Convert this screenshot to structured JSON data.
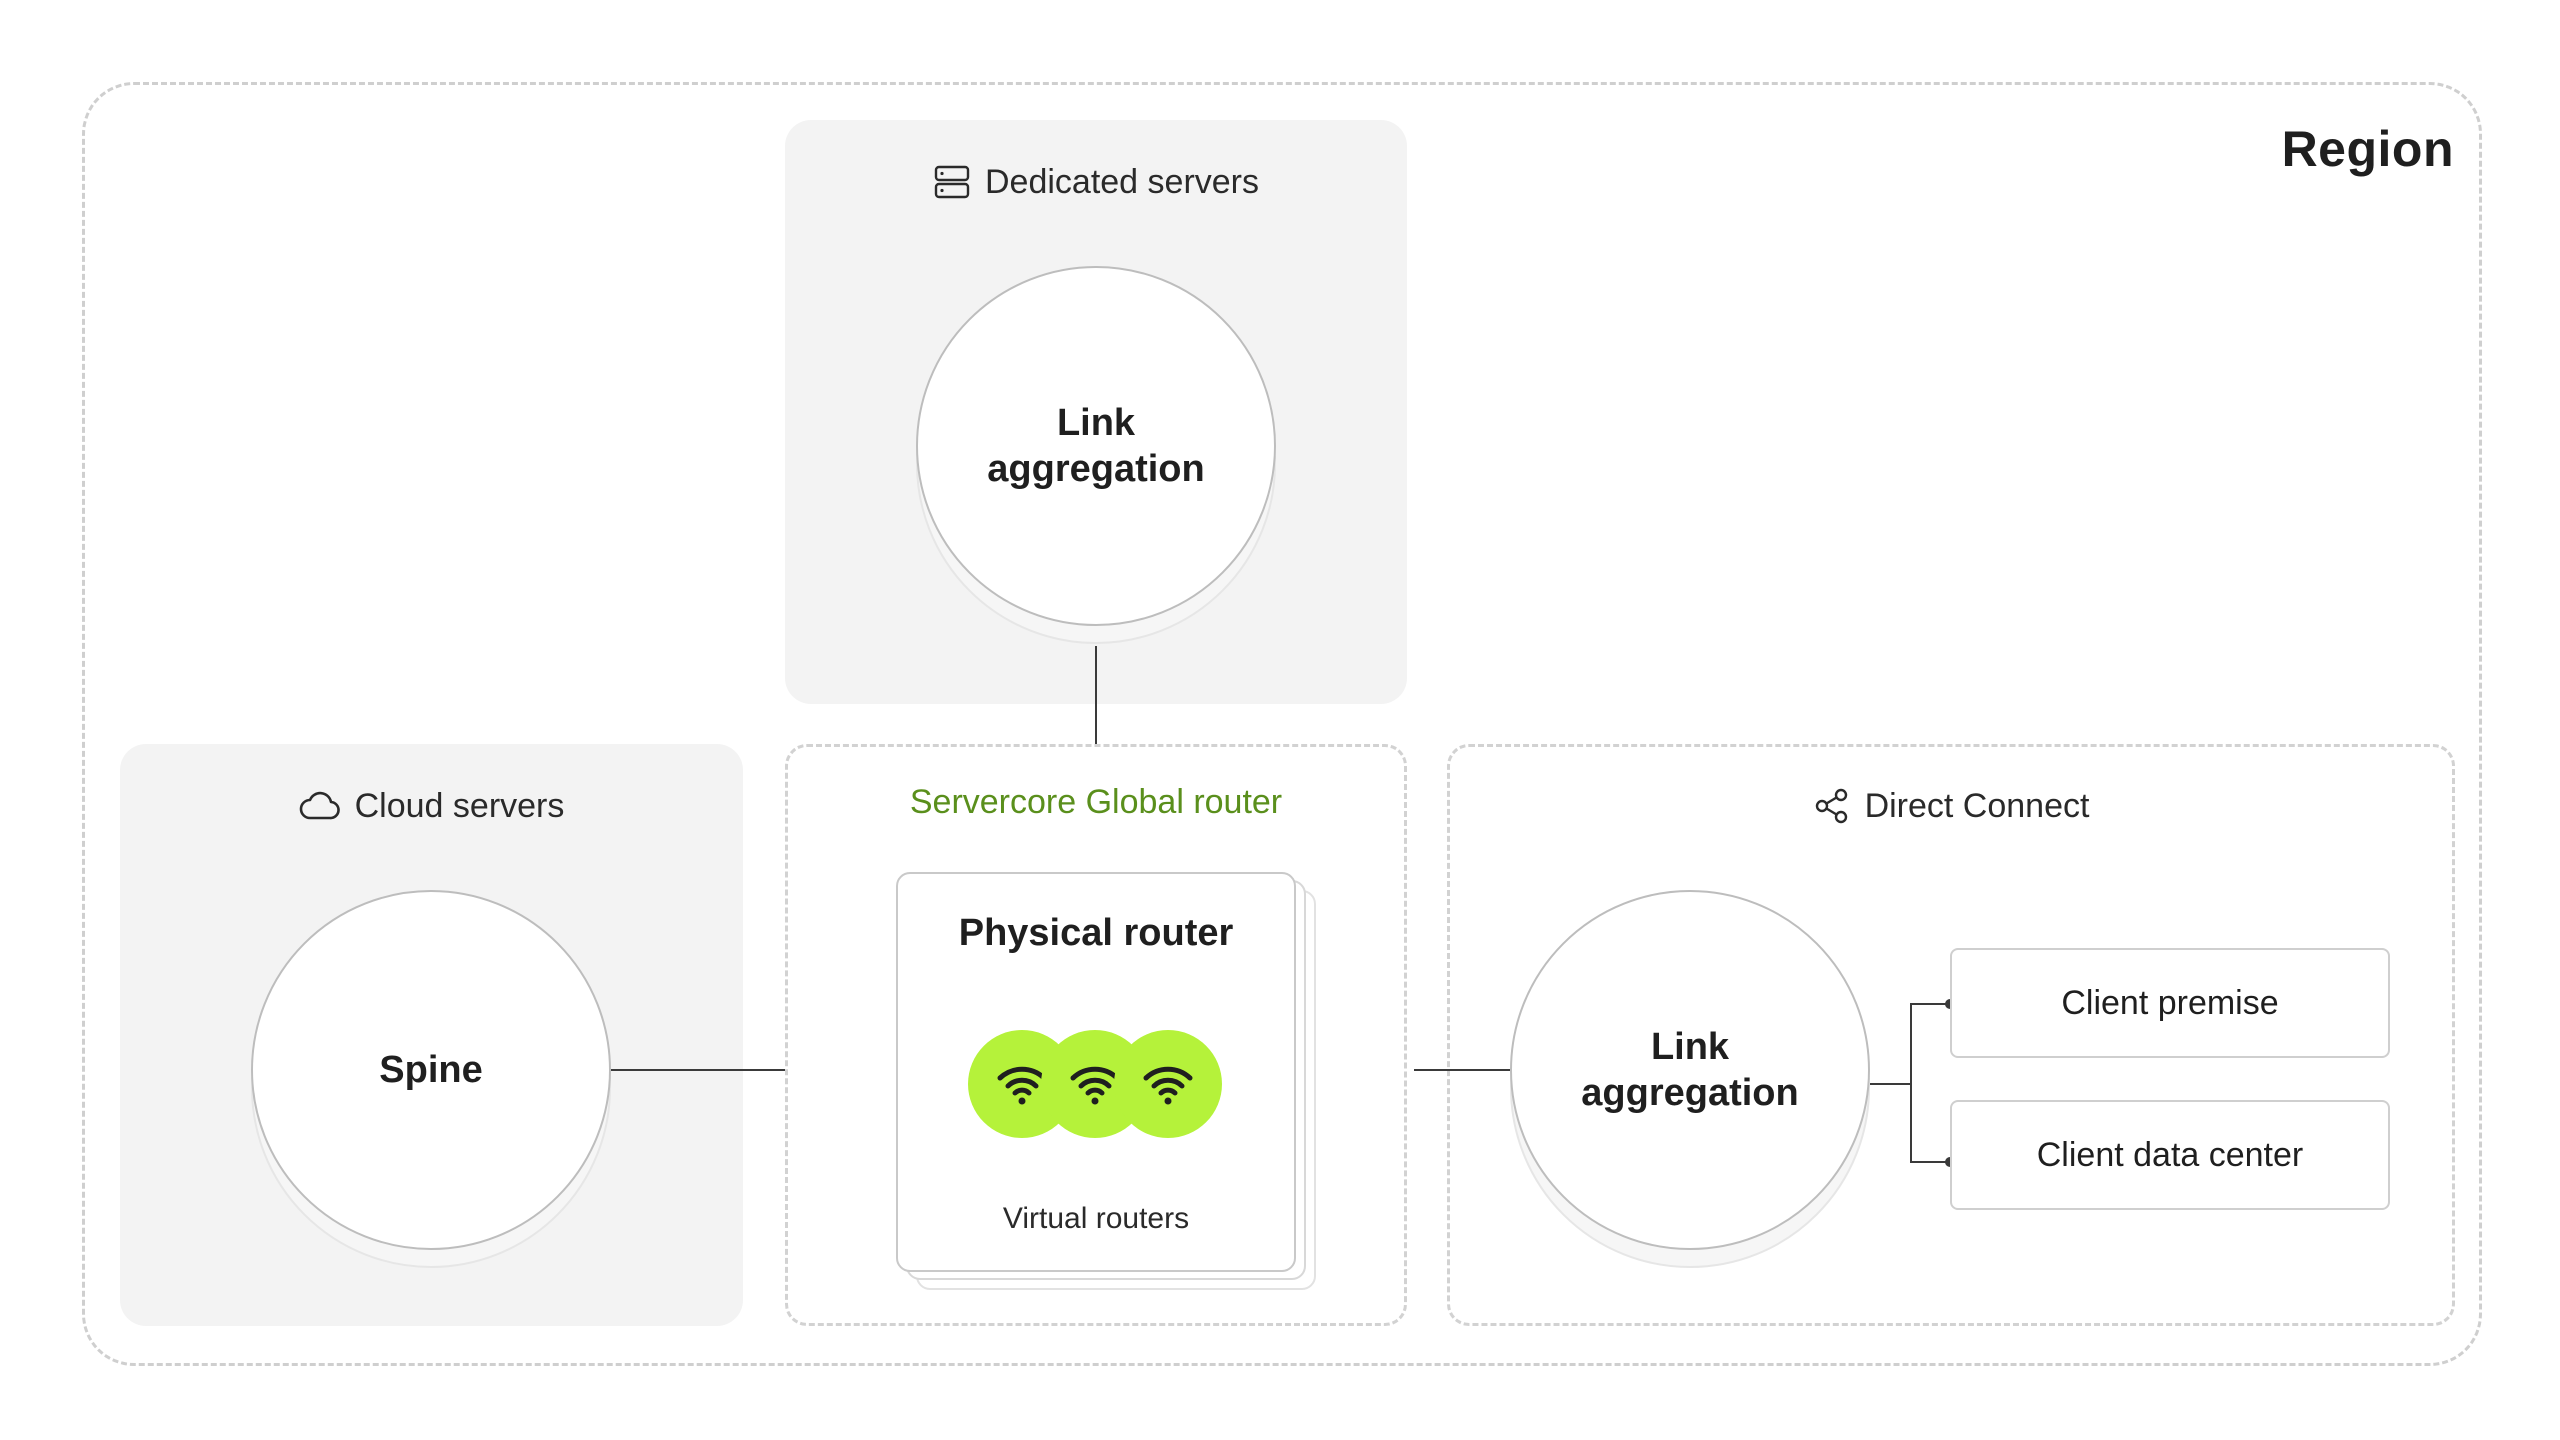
{
  "region": {
    "title": "Region"
  },
  "dedicated": {
    "header": "Dedicated servers",
    "icon": "server-stack-icon",
    "node": "Link aggregation"
  },
  "cloud": {
    "header": "Cloud servers",
    "icon": "cloud-icon",
    "node": "Spine"
  },
  "global_router": {
    "header": "Servercore Global router",
    "header_color": "#5a8f1c",
    "physical_router": "Physical router",
    "virtual_routers": "Virtual routers",
    "virtual_router_icon": "wifi-icon",
    "virtual_router_color": "#b5f23a",
    "virtual_router_count": 3
  },
  "direct_connect": {
    "header": "Direct Connect",
    "icon": "share-icon",
    "node": "Link aggregation",
    "clients": [
      "Client premise",
      "Client data center"
    ]
  }
}
